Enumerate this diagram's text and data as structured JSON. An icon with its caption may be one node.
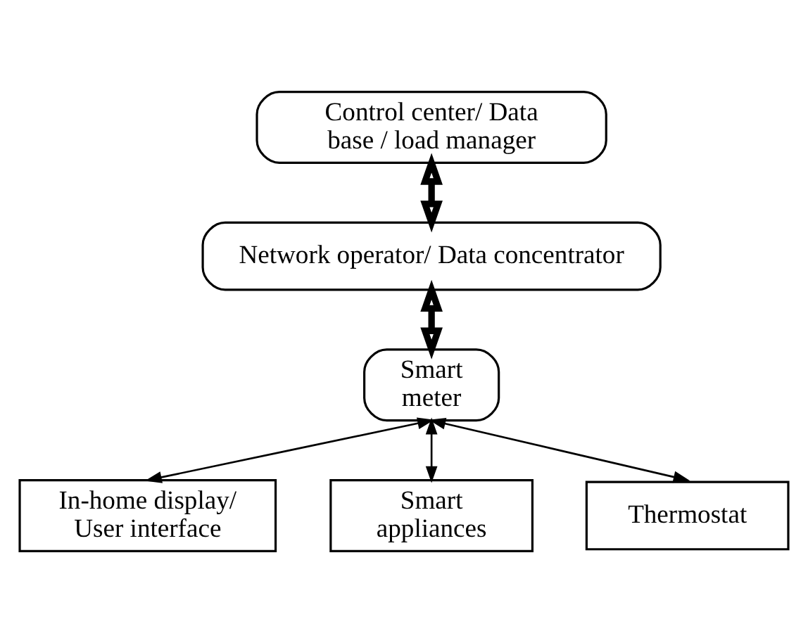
{
  "diagram": {
    "nodes": [
      {
        "text": [
          "Control center/ Data base / load manager"
        ]
      },
      {
        "text": [
          "Network operator/ Data concentrator"
        ]
      },
      {
        "text": [
          "Smart meter"
        ]
      },
      {
        "text": [
          "In-home display/ User interface"
        ]
      },
      {
        "text": [
          "Smart appliances"
        ]
      },
      {
        "text": [
          "Thermostat"
        ]
      }
    ],
    "edges": [
      {
        "from": 0,
        "to": 1,
        "arrow": "both",
        "style": "thick"
      },
      {
        "from": 1,
        "to": 2,
        "arrow": "both",
        "style": "thick"
      },
      {
        "from": 2,
        "to": 3,
        "arrow": "both"
      },
      {
        "from": 2,
        "to": 4,
        "arrow": "both"
      },
      {
        "from": 2,
        "to": 5,
        "arrow": "both"
      }
    ]
  }
}
